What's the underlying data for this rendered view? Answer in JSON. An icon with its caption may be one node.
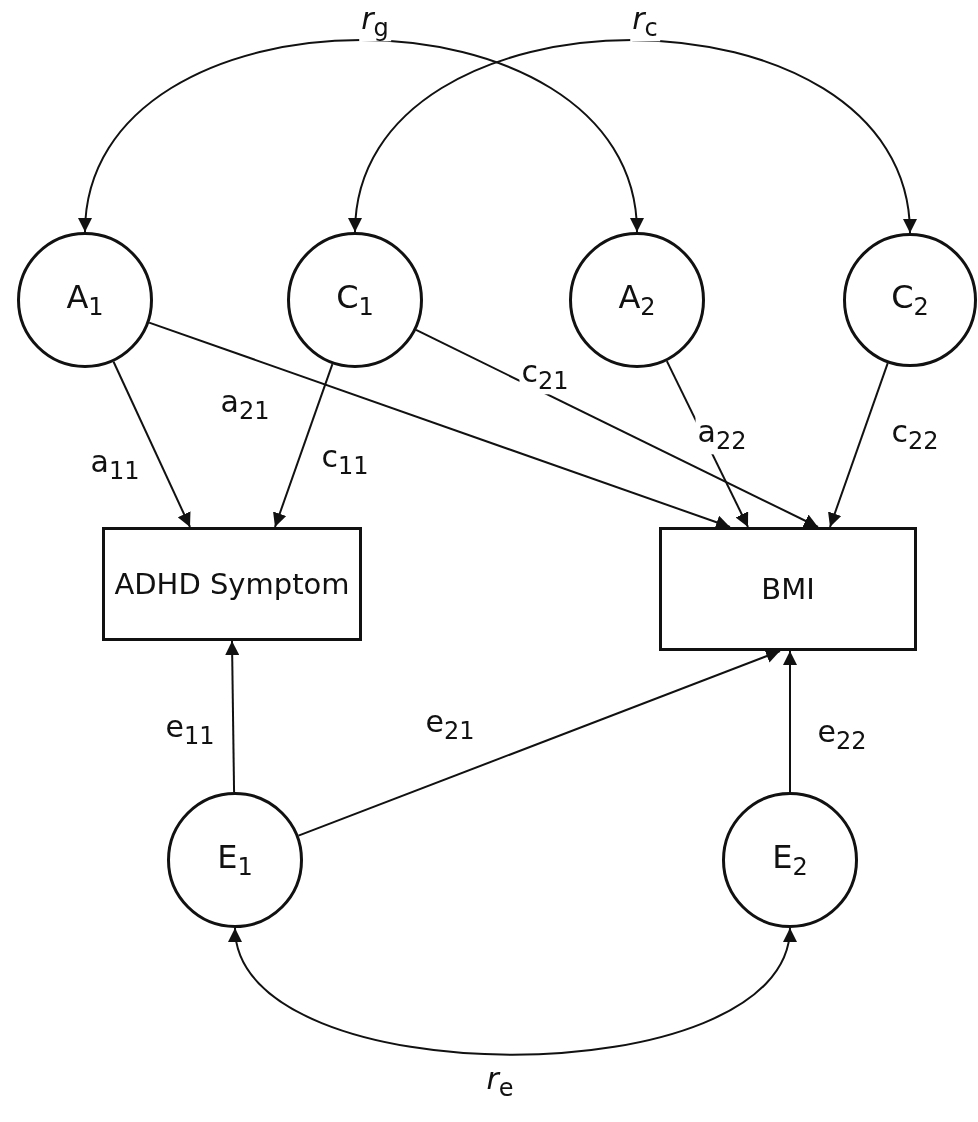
{
  "diagram": {
    "nodes": [
      {
        "text": [
          "A$_{1}$"
        ]
      },
      {
        "text": [
          "C$_{1}$"
        ]
      },
      {
        "text": [
          "A$_{2}$"
        ]
      },
      {
        "text": [
          "C$_{2}$"
        ]
      },
      {
        "text": [
          "ADHD Symptom"
        ]
      },
      {
        "text": [
          "BMI"
        ]
      },
      {
        "text": [
          "E$_{1}$"
        ]
      },
      {
        "text": [
          "E$_{2}$"
        ]
      }
    ],
    "edges": [
      {
        "from": 0,
        "to": 4,
        "arrow": "to",
        "label": "a$_{11}$"
      },
      {
        "from": 0,
        "to": 5,
        "arrow": "to",
        "label": "a$_{21}$"
      },
      {
        "from": 1,
        "to": 4,
        "arrow": "to",
        "label": "c$_{11}$"
      },
      {
        "from": 1,
        "to": 5,
        "arrow": "to",
        "label": "c$_{21}$"
      },
      {
        "from": 2,
        "to": 5,
        "arrow": "to",
        "label": "a$_{22}$"
      },
      {
        "from": 3,
        "to": 5,
        "arrow": "to",
        "label": "c$_{22}$"
      },
      {
        "from": 6,
        "to": 4,
        "arrow": "to",
        "label": "e$_{11}$"
      },
      {
        "from": 6,
        "to": 5,
        "arrow": "to",
        "label": "e$_{21}$"
      },
      {
        "from": 7,
        "to": 5,
        "arrow": "to",
        "label": "e$_{22}$"
      },
      {
        "from": 0,
        "to": 2,
        "arrow": "both",
        "label": "*r*$_{g}$"
      },
      {
        "from": 1,
        "to": 3,
        "arrow": "both",
        "label": "*r*$_{c}$"
      },
      {
        "from": 6,
        "to": 7,
        "arrow": "both",
        "label": "*r*$_{e}$"
      }
    ]
  }
}
